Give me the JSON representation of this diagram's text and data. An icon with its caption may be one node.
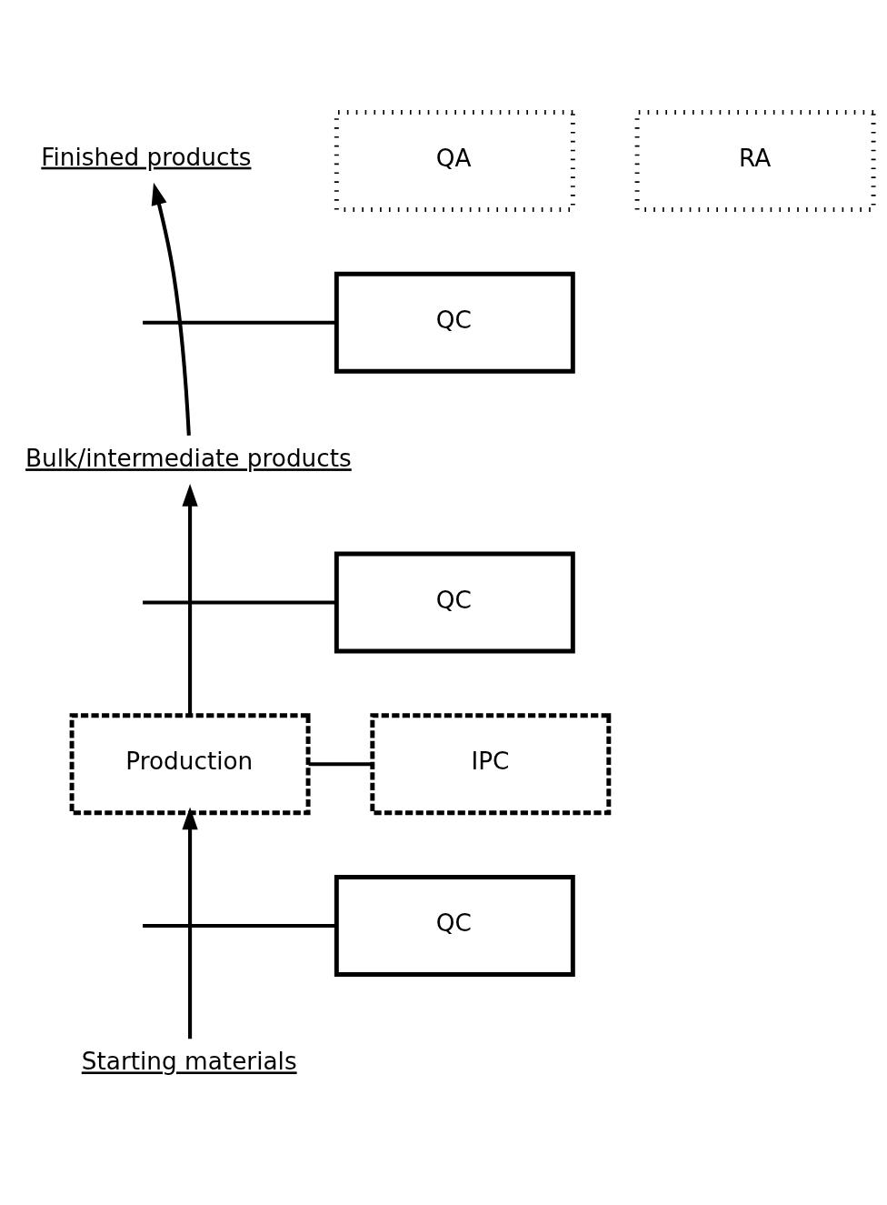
{
  "diagram": {
    "nodes": [
      {
        "text": [
          "Finished products"
        ]
      },
      {
        "text": [
          "QC"
        ]
      },
      {
        "text": [
          "Bulk/intermediate products"
        ]
      },
      {
        "text": [
          "QC"
        ]
      },
      {
        "text": [
          "Production"
        ]
      },
      {
        "text": [
          "IPC"
        ]
      },
      {
        "text": [
          "QC"
        ]
      },
      {
        "text": [
          "Starting materials"
        ]
      },
      {
        "text": [
          "QA"
        ]
      },
      {
        "text": [
          "RA"
        ]
      }
    ],
    "edges": [
      {
        "from": 7,
        "to": 4,
        "arrow": "to"
      },
      {
        "from": 4,
        "to": 2,
        "arrow": "to"
      },
      {
        "from": 2,
        "to": 0,
        "arrow": "to"
      },
      {
        "from": null,
        "to": 1,
        "arrow": "none"
      },
      {
        "from": null,
        "to": 3,
        "arrow": "none"
      },
      {
        "from": 4,
        "to": 5,
        "arrow": "none"
      },
      {
        "from": null,
        "to": 6,
        "arrow": "none"
      }
    ]
  }
}
